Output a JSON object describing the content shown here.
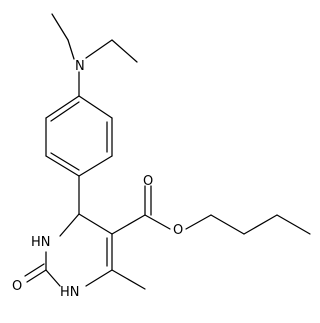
{
  "molecule": {
    "atom_labels": {
      "amine_n": "N",
      "ether_o": "O",
      "carbonyl_o": "O",
      "ring_nh_upper": "HN",
      "ring_nh_lower": "HN",
      "urea_o": "O"
    }
  }
}
